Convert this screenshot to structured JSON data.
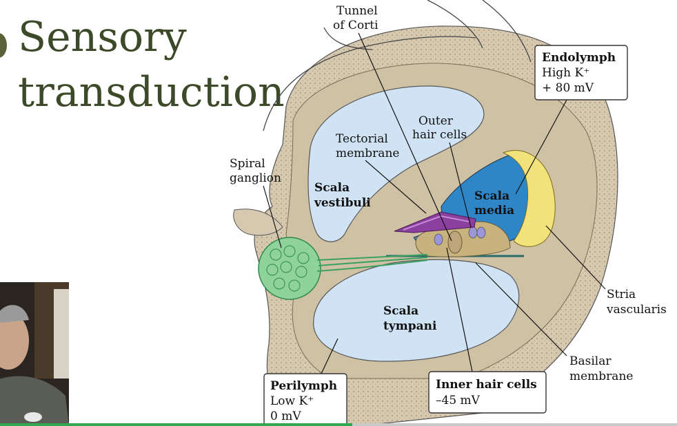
{
  "slide": {
    "title_line1": "Sensory",
    "title_line2": "transduction"
  },
  "diagram": {
    "labels": {
      "tunnel_of_corti": [
        "Tunnel",
        "of Corti"
      ],
      "outer_hair_cells": [
        "Outer",
        "hair cells"
      ],
      "tectorial_membrane": [
        "Tectorial",
        "membrane"
      ],
      "spiral_ganglion": [
        "Spiral",
        "ganglion"
      ],
      "scala_vestibuli": [
        "Scala",
        "vestibuli"
      ],
      "scala_media": [
        "Scala",
        "media"
      ],
      "scala_tympani": [
        "Scala",
        "tympani"
      ],
      "stria_vascularis": [
        "Stria",
        "vascularis"
      ],
      "basilar_membrane": [
        "Basilar",
        "membrane"
      ]
    },
    "boxes": {
      "endolymph": {
        "title": "Endolymph",
        "line2": "High K⁺",
        "line3": "+ 80 mV"
      },
      "perilymph": {
        "title": "Perilymph",
        "line2": "Low K⁺",
        "line3": "0 mV"
      },
      "inner_hair_cells": {
        "title": "Inner hair cells",
        "line2": "–45 mV"
      }
    },
    "colors": {
      "bone": "#d9cbb4",
      "tissue": "#cbbd9f",
      "fluid_perilymph": "#cfe3f4",
      "fluid_endolymph": "#2f86c6",
      "stria": "#f2e27a",
      "nerve": "#3aa060",
      "tectorial": "#8b3f9e"
    }
  },
  "video": {
    "progress": 0.52,
    "progress_color": "#2fa84f"
  }
}
